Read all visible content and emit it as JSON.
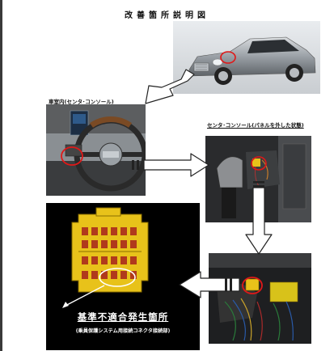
{
  "document": {
    "title": "改善箇所説明図"
  },
  "labels": {
    "cabin": "車室内(センタ･コンソール)",
    "console_panel_removed": "センタ･コンソール(パネルを外した状態)"
  },
  "caption": {
    "main": "基準不適合発生箇所",
    "sub": "(乗員保護システム用接続コネクタ接続部)"
  },
  "colors": {
    "highlight_circle": "#e01818",
    "connector_yellow": "#e8c21a",
    "arrow_fill": "#ffffff",
    "arrow_stroke": "#222222"
  }
}
